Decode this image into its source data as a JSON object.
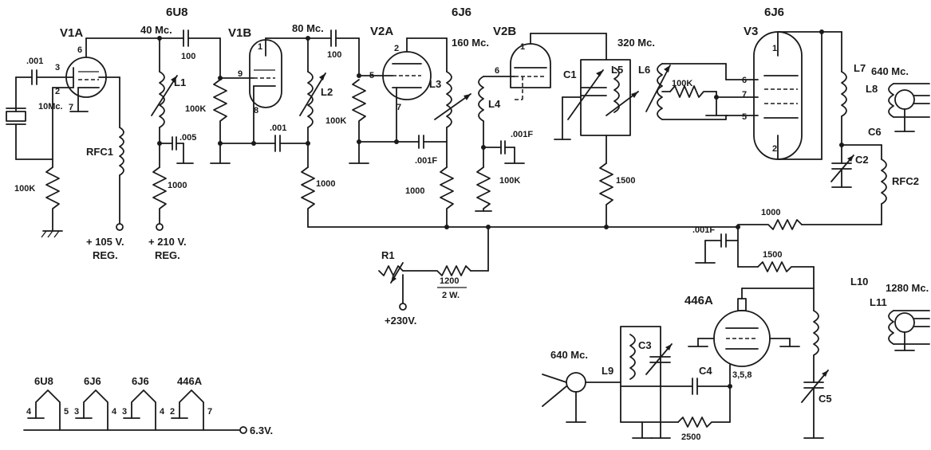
{
  "tube_types": {
    "v1": "6U8",
    "v2": "6J6",
    "v3": "6J6",
    "v446": "446A"
  },
  "tube_labels": {
    "v1a": "V1A",
    "v1b": "V1B",
    "v2a": "V2A",
    "v2b": "V2B",
    "v3": "V3"
  },
  "frequencies": {
    "f10": "10Mc.",
    "f40": "40 Mc.",
    "f80": "80 Mc.",
    "f160": "160 Mc.",
    "f320": "320 Mc.",
    "f640a": "640 Mc.",
    "f640b": "640 Mc.",
    "f1280": "1280 Mc."
  },
  "resistors": {
    "r100k_a": "100K",
    "r100k_b": "100K",
    "r100k_c": "100K",
    "r100k_d": "100K",
    "r100k_e": "100K",
    "r1000_a": "1000",
    "r1000_b": "1000",
    "r1000_c": "1000",
    "r1000_d": "1000",
    "r1500_a": "1500",
    "r1500_b": "1500",
    "r2500": "2500",
    "r1": "R1",
    "r1200": "1200",
    "r1200w": "2 W."
  },
  "capacitors": {
    "c001_a": ".001",
    "c100_a": "100",
    "c100_b": "100",
    "c005": ".005",
    "c001_b": ".001",
    "c001f_a": ".001F",
    "c001f_b": ".001F",
    "c001f_c": ".001F",
    "c1": "C1",
    "c2": "C2",
    "c3": "C3",
    "c4": "C4",
    "c5": "C5",
    "c6": "C6"
  },
  "inductors": {
    "l1": "L1",
    "l2": "L2",
    "l3": "L3",
    "l4": "L4",
    "l5": "L5",
    "l6": "L6",
    "l7": "L7",
    "l8": "L8",
    "l9": "L9",
    "l10": "L10",
    "l11": "L11",
    "rfc1": "RFC1",
    "rfc2": "RFC2"
  },
  "supplies": {
    "b105": "+ 105 V.",
    "b105reg": "REG.",
    "b210": "+ 210 V.",
    "b210reg": "REG.",
    "b230": "+230V.",
    "heater": "6.3V."
  },
  "pins": {
    "p3": "3",
    "p2": "2",
    "p7": "7",
    "p6": "6",
    "p1b": "1",
    "p9b": "9",
    "p8b": "8",
    "p2a": "2",
    "p5a": "5",
    "p7a": "7",
    "p1c": "1",
    "p6c": "6",
    "p1d": "1",
    "p6d": "6",
    "p7d": "7",
    "p5d": "5",
    "p2d": "2",
    "p358": "3,5,8"
  },
  "heater_chain": [
    {
      "tube": "6U8",
      "left": "4",
      "right": "5"
    },
    {
      "tube": "6J6",
      "left": "3",
      "right": "4"
    },
    {
      "tube": "6J6",
      "left": "3",
      "right": "4"
    },
    {
      "tube": "446A",
      "left": "2",
      "right": "7"
    }
  ]
}
